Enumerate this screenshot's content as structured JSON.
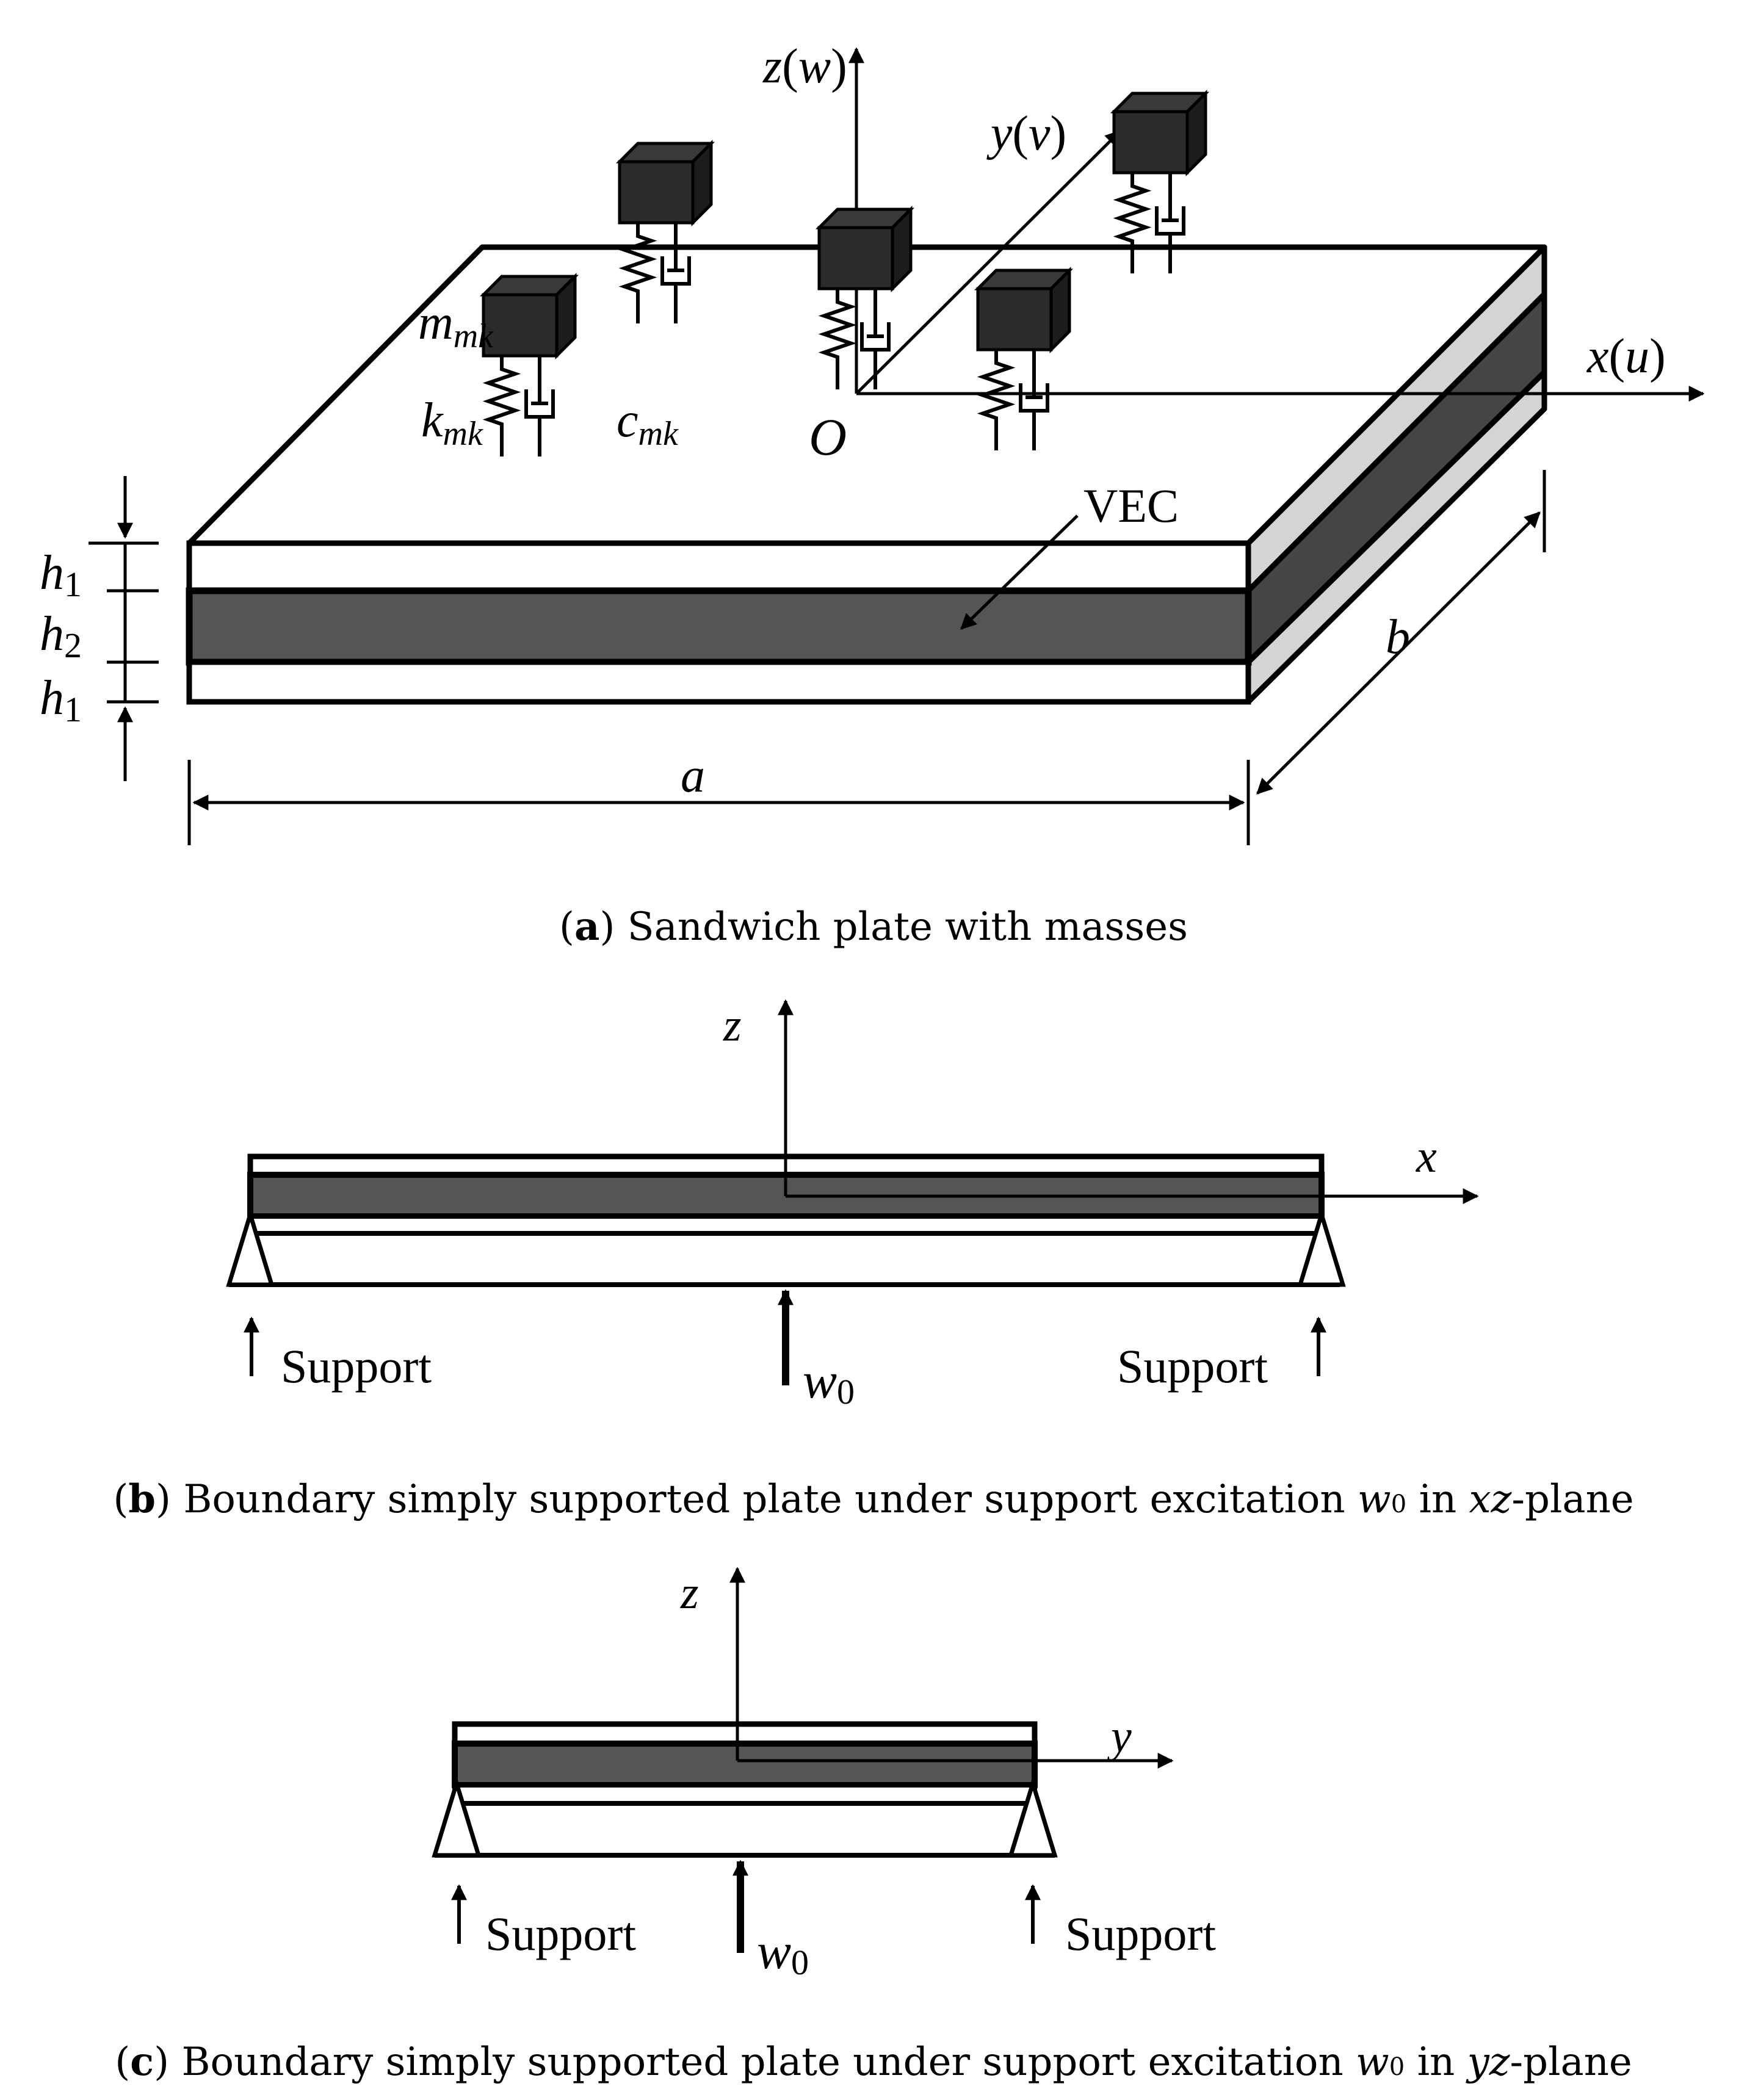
{
  "panel_a": {
    "axes": {
      "z": "z",
      "z_paren": "w",
      "y": "y",
      "y_paren": "v",
      "x": "x",
      "x_paren": "u",
      "origin": "O"
    },
    "labels": {
      "mass": "m",
      "mass_sub": "mk",
      "spring": "k",
      "spring_sub": "mk",
      "damper": "c",
      "damper_sub": "mk",
      "core": "VEC"
    },
    "dims": {
      "length": "a",
      "width": "b",
      "h1": "h",
      "h1_sub": "1",
      "h2": "h",
      "h2_sub": "2"
    },
    "caption": {
      "letter": "a",
      "text": "Sandwich plate with masses"
    }
  },
  "panel_b": {
    "axes": {
      "z": "z",
      "x": "x"
    },
    "support_left": "Support",
    "support_right": "Support",
    "excitation": "w",
    "excitation_sub": "0",
    "caption": {
      "letter": "b",
      "pre": "Boundary simply supported plate under support excitation ",
      "w": "w",
      "w_sub": "0",
      "mid": " in ",
      "plane": "xz",
      "post": "-plane"
    }
  },
  "panel_c": {
    "axes": {
      "z": "z",
      "y": "y"
    },
    "support_left": "Support",
    "support_right": "Support",
    "excitation": "w",
    "excitation_sub": "0",
    "caption": {
      "letter": "c",
      "pre": "Boundary simply supported plate under support excitation ",
      "w": "w",
      "w_sub": "0",
      "mid": " in ",
      "plane": "yz",
      "post": "-plane"
    }
  },
  "colors": {
    "core": "#555555",
    "core_side": "#454545",
    "face_side": "#d4d4d4",
    "mass": "#2b2b2b",
    "mass_top": "#3a3a3a",
    "mass_side": "#1c1c1c"
  }
}
